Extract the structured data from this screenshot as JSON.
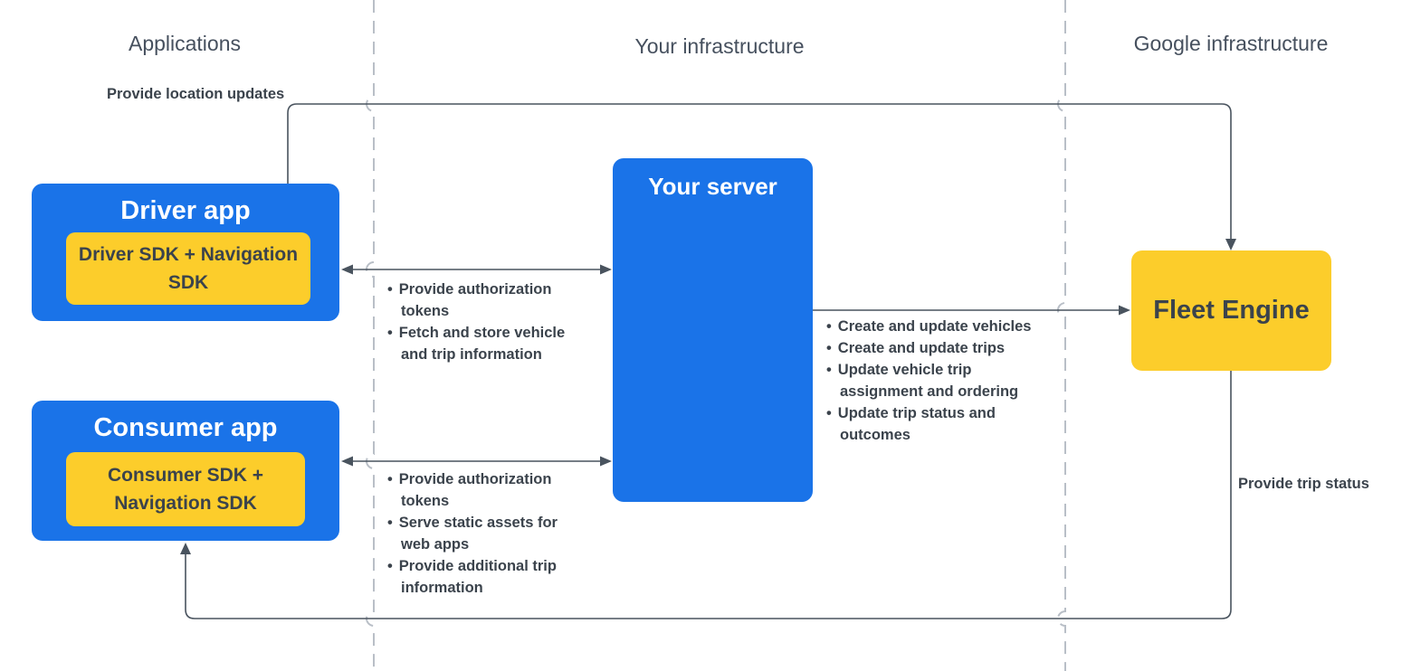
{
  "headers": {
    "applications": "Applications",
    "your_infrastructure": "Your infrastructure",
    "google_infrastructure": "Google infrastructure"
  },
  "nodes": {
    "driver_app": {
      "title": "Driver app",
      "sdk": "Driver SDK + Navigation SDK"
    },
    "consumer_app": {
      "title": "Consumer app",
      "sdk": "Consumer SDK + Navigation SDK"
    },
    "your_server": {
      "title": "Your server"
    },
    "fleet_engine": {
      "title": "Fleet Engine"
    }
  },
  "edges": {
    "provide_location_updates": {
      "label": "Provide location updates"
    },
    "provide_trip_status": {
      "label": "Provide trip status"
    },
    "driver_server": {
      "items": [
        "Provide authorization tokens",
        "Fetch and store vehicle and trip information"
      ]
    },
    "consumer_server": {
      "items": [
        "Provide authorization tokens",
        "Serve static assets for web apps",
        "Provide additional trip information"
      ]
    },
    "server_fleet": {
      "items": [
        "Create and update vehicles",
        "Create and update trips",
        "Update vehicle trip assignment and ordering",
        "Update trip status and outcomes"
      ]
    }
  },
  "colors": {
    "blue": "#1A73E8",
    "yellow": "#FCCD2B",
    "ink": "#3B434C",
    "heading": "#46505E",
    "line": "#49535E",
    "dashed": "#B9BFC7",
    "white": "#FFFFFF"
  }
}
